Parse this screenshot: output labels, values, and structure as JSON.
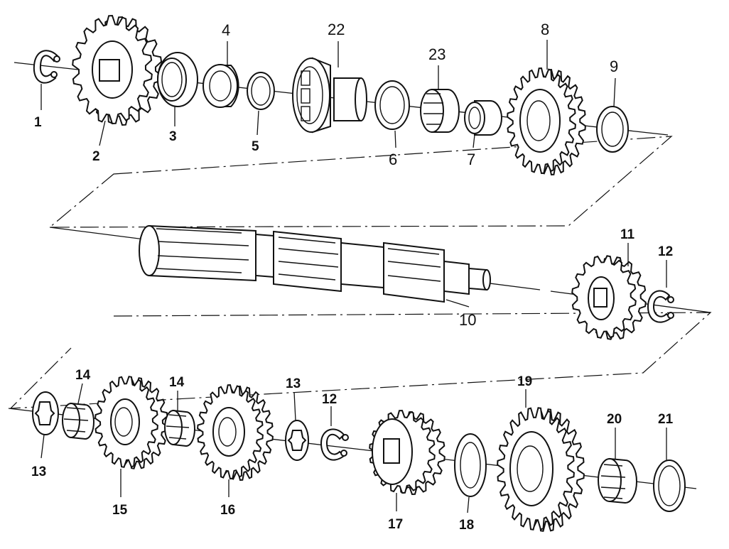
{
  "diagram": {
    "callouts": {
      "c1": "1",
      "c2": "2",
      "c3": "3",
      "c4": "4",
      "c5": "5",
      "c6": "6",
      "c7": "7",
      "c8": "8",
      "c9": "9",
      "c10": "10",
      "c11": "11",
      "c12a": "12",
      "c22": "22",
      "c23": "23",
      "c13a": "13",
      "c14a": "14",
      "c14b": "14",
      "c13b": "13",
      "c12b": "12",
      "c15": "15",
      "c16": "16",
      "c17": "17",
      "c18": "18",
      "c19": "19",
      "c20": "20",
      "c21": "21"
    }
  }
}
